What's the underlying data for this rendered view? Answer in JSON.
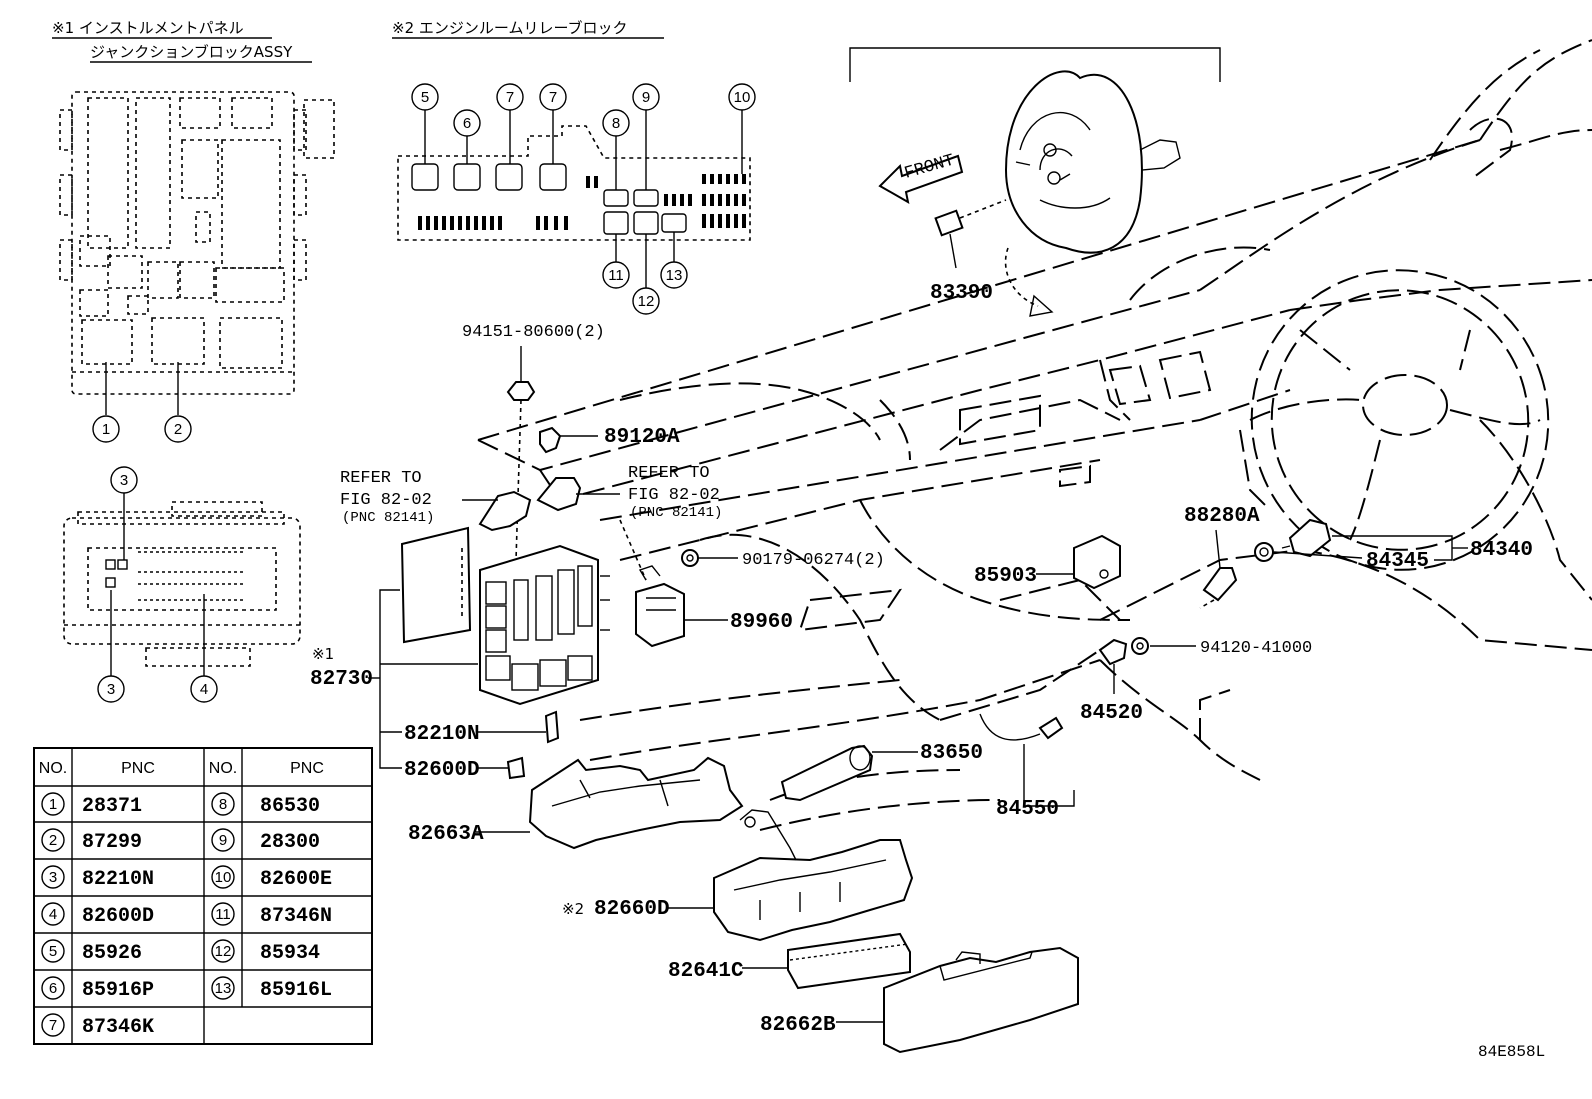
{
  "inset1": {
    "title_mark": "※1",
    "title_line1": "インストルメントパネル",
    "title_line2": "ジャンクションブロックASSY"
  },
  "inset2": {
    "title_mark": "※2",
    "title_line1": "エンジンルームリレーブロック"
  },
  "circles": [
    "1",
    "2",
    "3",
    "3",
    "4",
    "5",
    "6",
    "7",
    "7",
    "8",
    "9",
    "10",
    "11",
    "12",
    "13"
  ],
  "labels": {
    "front": "FRONT",
    "p83390": "83390",
    "p94151": "94151-80600(2)",
    "p89120A": "89120A",
    "refer_to": "REFER TO",
    "fig": "FIG 82-02",
    "pnc_ref": "(PNC 82141)",
    "p90179": "90179-06274(2)",
    "p89960": "89960",
    "mark1": "※1",
    "p82730": "82730",
    "p82210N": "82210N",
    "p82600D": "82600D",
    "p85903": "85903",
    "p88280A": "88280A",
    "p84340": "84340",
    "p84345": "84345",
    "p94120": "94120-41000",
    "p84520": "84520",
    "p83650": "83650",
    "p84550": "84550",
    "p82663A": "82663A",
    "mark2": "※2",
    "p82660D": "82660D",
    "p82641C": "82641C",
    "p82662B": "82662B",
    "code": "84E858L"
  },
  "table": {
    "headers": [
      "NO.",
      "PNC",
      "NO.",
      "PNC"
    ],
    "left": [
      {
        "no": "1",
        "pnc": "28371"
      },
      {
        "no": "2",
        "pnc": "87299"
      },
      {
        "no": "3",
        "pnc": "82210N"
      },
      {
        "no": "4",
        "pnc": "82600D"
      },
      {
        "no": "5",
        "pnc": "85926"
      },
      {
        "no": "6",
        "pnc": "85916P"
      },
      {
        "no": "7",
        "pnc": "87346K"
      }
    ],
    "right": [
      {
        "no": "8",
        "pnc": "86530"
      },
      {
        "no": "9",
        "pnc": "28300"
      },
      {
        "no": "10",
        "pnc": "82600E"
      },
      {
        "no": "11",
        "pnc": "87346N"
      },
      {
        "no": "12",
        "pnc": "85934"
      },
      {
        "no": "13",
        "pnc": "85916L"
      }
    ]
  }
}
